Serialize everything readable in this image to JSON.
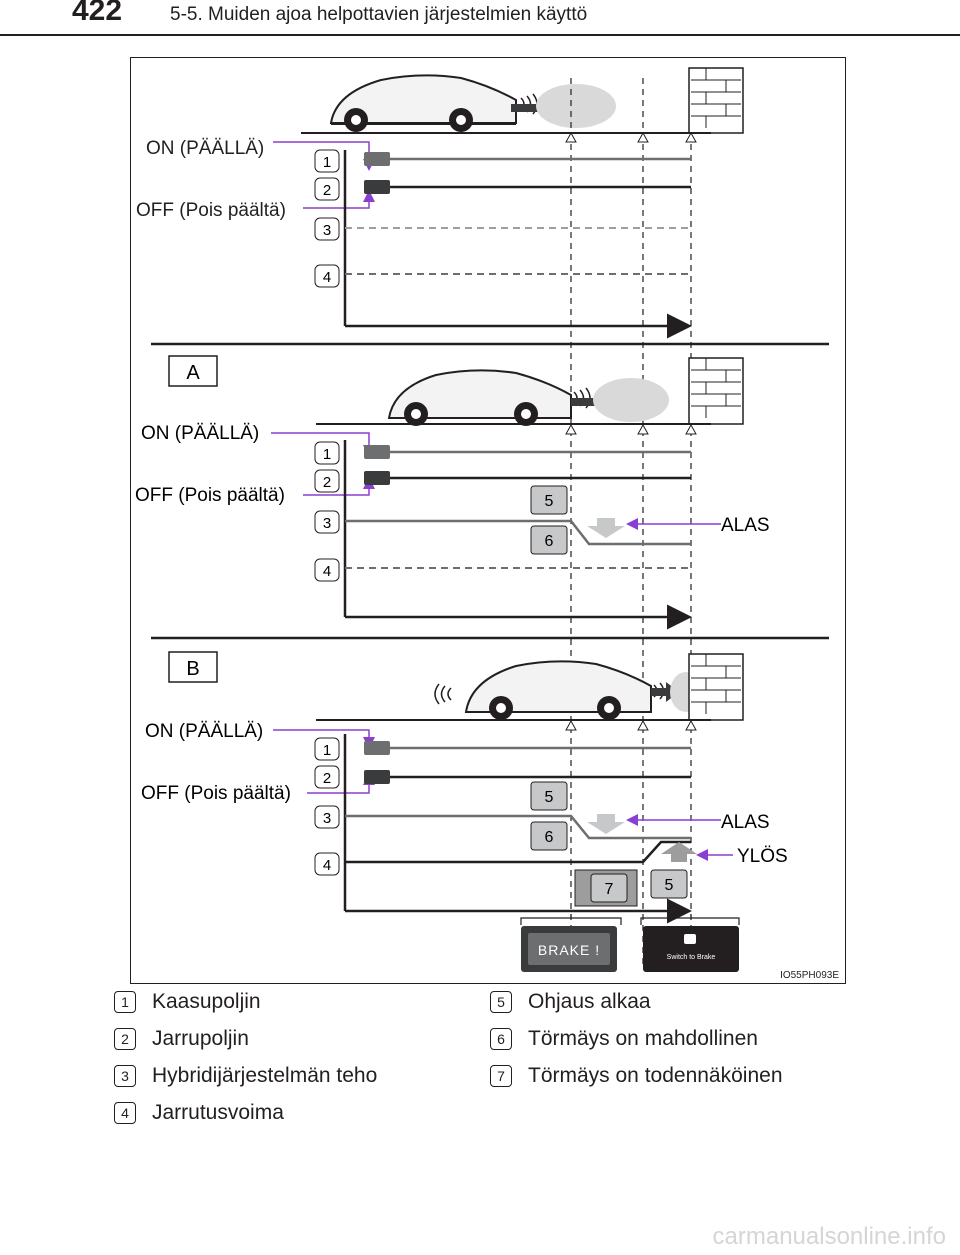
{
  "header": {
    "page_number": "422",
    "section_title": "5-5. Muiden ajoa helpottavien järjestelmien käyttö"
  },
  "figure": {
    "code": "IO55PH093E",
    "panels": [
      {
        "tag": "",
        "on_label": "ON (PÄÄLLÄ)",
        "off_label": "OFF (Pois päältä)",
        "row_numbers": [
          "1",
          "2",
          "3",
          "4"
        ]
      },
      {
        "tag": "A",
        "on_label": "ON (PÄÄLLÄ)",
        "off_label": "OFF (Pois päältä)",
        "row_numbers": [
          "1",
          "2",
          "3",
          "4"
        ],
        "step_badges": [
          "5",
          "6"
        ],
        "down_label": "ALAS"
      },
      {
        "tag": "B",
        "on_label": "ON (PÄÄLLÄ)",
        "off_label": "OFF (Pois päältä)",
        "row_numbers": [
          "1",
          "2",
          "3",
          "4"
        ],
        "step_badges": [
          "5",
          "6",
          "7",
          "5"
        ],
        "down_label": "ALAS",
        "up_label": "YLÖS"
      }
    ],
    "displays": {
      "brake_warning": "BRAKE !",
      "switch_to_brake": "Switch to Brake"
    },
    "colors": {
      "accent_purple": "#8a3fd1",
      "line_gray": "#6d6e70",
      "pedal_dark": "#3a3b3d",
      "pedal_mid": "#6d6e70"
    }
  },
  "legend": {
    "left": [
      {
        "num": "1",
        "text": "Kaasupoljin"
      },
      {
        "num": "2",
        "text": "Jarrupoljin"
      },
      {
        "num": "3",
        "text": "Hybridijärjestelmän teho"
      },
      {
        "num": "4",
        "text": "Jarrutusvoima"
      }
    ],
    "right": [
      {
        "num": "5",
        "text": "Ohjaus alkaa"
      },
      {
        "num": "6",
        "text": "Törmäys on mahdollinen"
      },
      {
        "num": "7",
        "text": "Törmäys on todennäköinen"
      }
    ]
  },
  "footer": {
    "url": "carmanualsonline.info"
  }
}
